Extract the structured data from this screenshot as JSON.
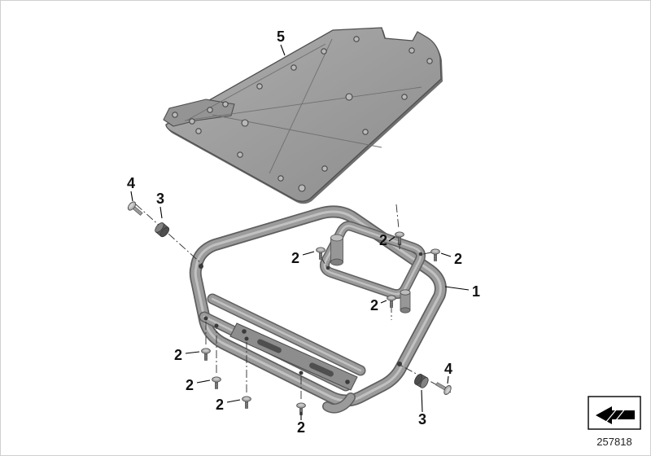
{
  "diagram": {
    "part_number": "257818",
    "callouts": [
      {
        "label": "5"
      },
      {
        "label": "4"
      },
      {
        "label": "3"
      },
      {
        "label": "2"
      },
      {
        "label": "2"
      },
      {
        "label": "2"
      },
      {
        "label": "1"
      },
      {
        "label": "2"
      },
      {
        "label": "2"
      },
      {
        "label": "2"
      },
      {
        "label": "2"
      },
      {
        "label": "2"
      },
      {
        "label": "4"
      },
      {
        "label": "3"
      }
    ],
    "colors": {
      "plate": "#9a9a9a",
      "tube": "#9b9b9b",
      "outline": "#4f4f4f",
      "callout_text": "#111111",
      "background": "#ffffff"
    }
  }
}
